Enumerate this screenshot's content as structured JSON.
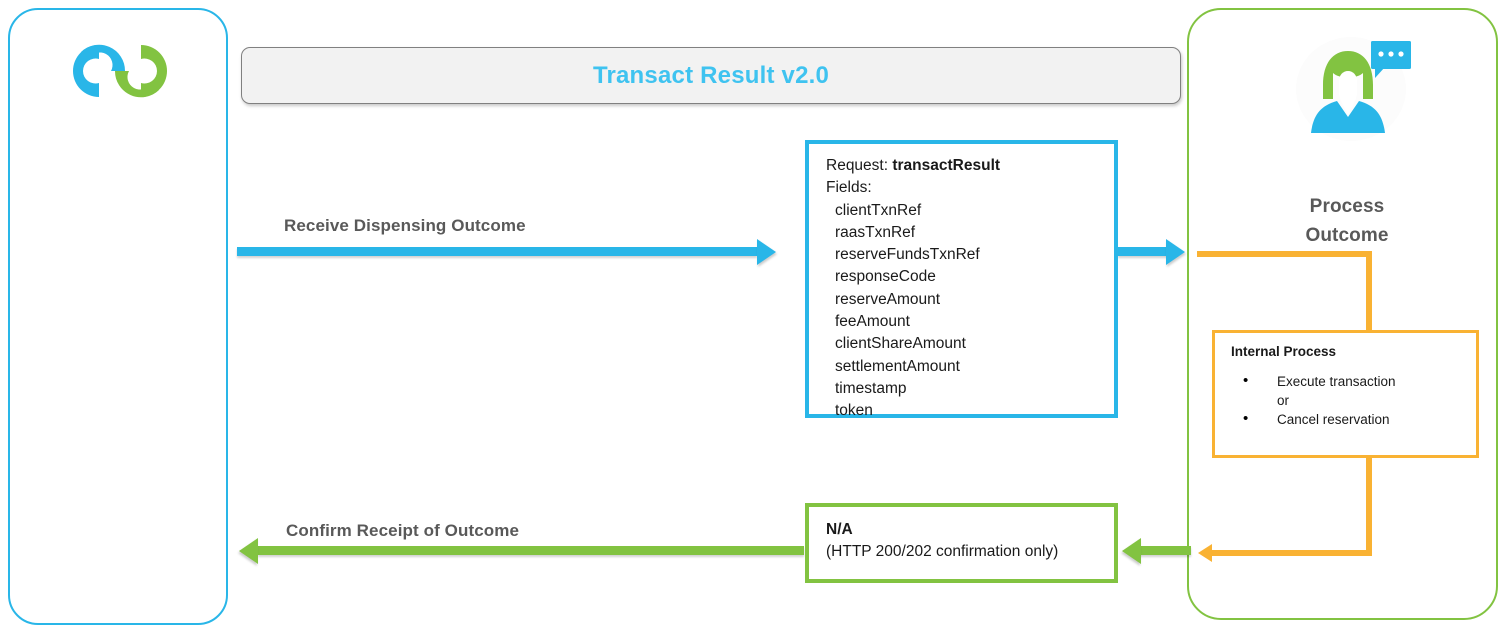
{
  "diagram": {
    "title": "Transact Result v2.0"
  },
  "client_lane": {
    "logo_name": "interlocking-rings-logo",
    "logo_colors": {
      "left_ring": "#29B6E8",
      "right_ring": "#82C341"
    }
  },
  "provider_lane": {
    "avatar_name": "agent-with-speech-bubble-avatar",
    "avatar_colors": {
      "hair": "#82C341",
      "body": "#29B6E8",
      "bubble": "#29B6E8"
    },
    "action_label_line1": "Process",
    "action_label_line2": "Outcome"
  },
  "flows": {
    "request": {
      "label": "Receive Dispensing Outcome",
      "color": "#29B6E8",
      "direction": "left-to-right"
    },
    "response": {
      "label": "Confirm Receipt of Outcome",
      "color": "#82C341",
      "direction": "right-to-left"
    }
  },
  "request_payload": {
    "request_label": "Request:",
    "request_name": "transactResult",
    "fields_label": "Fields:",
    "fields": [
      "clientTxnRef",
      "raasTxnRef",
      "reserveFundsTxnRef",
      "responseCode",
      "reserveAmount",
      "feeAmount",
      "clientShareAmount",
      "settlementAmount",
      "timestamp",
      "token"
    ]
  },
  "response_payload": {
    "title": "N/A",
    "detail": "(HTTP 200/202 confirmation only)"
  },
  "internal_process": {
    "title": "Internal Process",
    "steps": [
      {
        "text": "Execute transaction",
        "bulleted": true
      },
      {
        "text": "or",
        "bulleted": false
      },
      {
        "text": "Cancel reservation",
        "bulleted": true
      }
    ],
    "color": "#F9B233"
  }
}
